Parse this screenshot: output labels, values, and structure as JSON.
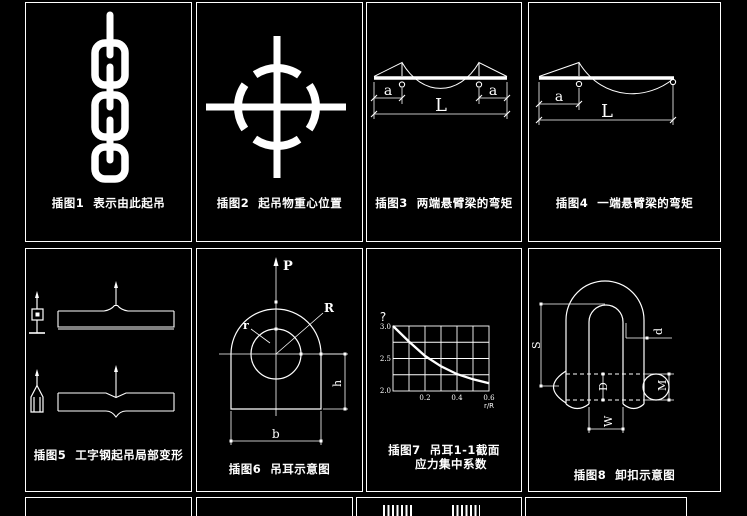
{
  "canvas": {
    "background": "#000000",
    "line_color": "#ffffff"
  },
  "panels": [
    {
      "id": "panel-1",
      "caption": "插图1  表示由此起吊"
    },
    {
      "id": "panel-2",
      "caption": "插图2  起吊物重心位置"
    },
    {
      "id": "panel-3",
      "caption": "插图3  两端悬臂梁的弯矩",
      "dims": {
        "a_left": "a",
        "L": "L",
        "a_right": "a"
      }
    },
    {
      "id": "panel-4",
      "caption": "插图4  一端悬臂梁的弯矩",
      "dims": {
        "a": "a",
        "L": "L"
      }
    },
    {
      "id": "panel-5",
      "caption": "插图5  工字钢起吊局部变形"
    },
    {
      "id": "panel-6",
      "caption": "插图6  吊耳示意图",
      "dims": {
        "P": "P",
        "R": "R",
        "r": "r",
        "h": "h",
        "b": "b"
      }
    },
    {
      "id": "panel-7",
      "caption_line1": "插图7  吊耳1-1截面",
      "caption_line2": "应力集中系数"
    },
    {
      "id": "panel-8",
      "caption": "插图8  卸扣示意图",
      "dims": {
        "S": "S",
        "d": "d",
        "D": "D",
        "M": "M",
        "W": "W"
      }
    }
  ],
  "chart_data": {
    "type": "line",
    "title": "吊耳1-1截面应力集中系数",
    "xlabel": "r/R",
    "ylabel": "?",
    "x": [
      0,
      0.1,
      0.2,
      0.3,
      0.4,
      0.5,
      0.6
    ],
    "y": [
      3.0,
      2.76,
      2.54,
      2.38,
      2.26,
      2.18,
      2.12
    ],
    "xlim": [
      0,
      0.6
    ],
    "ylim": [
      2.0,
      3.0
    ],
    "xtick_labels": [
      "0.2",
      "0.4",
      "0.6"
    ],
    "ytick_labels": [
      "3.0",
      "2.5",
      "2.0"
    ],
    "grid": true,
    "legend": false
  }
}
